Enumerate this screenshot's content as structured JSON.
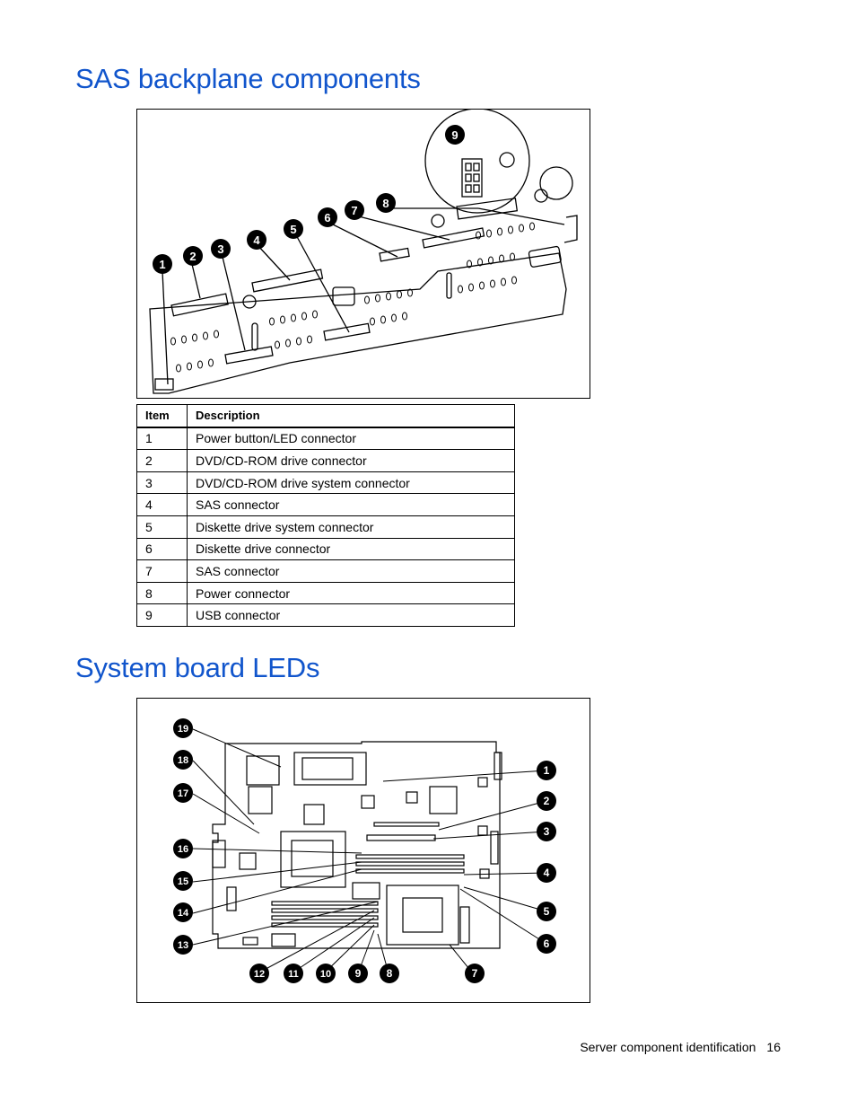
{
  "sections": [
    {
      "title": "SAS backplane components"
    },
    {
      "title": "System board LEDs"
    }
  ],
  "table": {
    "headers": [
      "Item",
      "Description"
    ],
    "rows": [
      [
        "1",
        "Power button/LED connector"
      ],
      [
        "2",
        "DVD/CD-ROM drive connector"
      ],
      [
        "3",
        "DVD/CD-ROM drive system connector"
      ],
      [
        "4",
        "SAS connector"
      ],
      [
        "5",
        "Diskette drive system connector"
      ],
      [
        "6",
        "Diskette drive connector"
      ],
      [
        "7",
        "SAS connector"
      ],
      [
        "8",
        "Power connector"
      ],
      [
        "9",
        "USB connector"
      ]
    ]
  },
  "backplane_callouts": [
    "1",
    "2",
    "3",
    "4",
    "5",
    "6",
    "7",
    "8",
    "9"
  ],
  "board_callouts": [
    "1",
    "2",
    "3",
    "4",
    "5",
    "6",
    "7",
    "8",
    "9",
    "10",
    "11",
    "12",
    "13",
    "14",
    "15",
    "16",
    "17",
    "18",
    "19"
  ],
  "footer": {
    "section_name": "Server component identification",
    "page_number": "16"
  }
}
